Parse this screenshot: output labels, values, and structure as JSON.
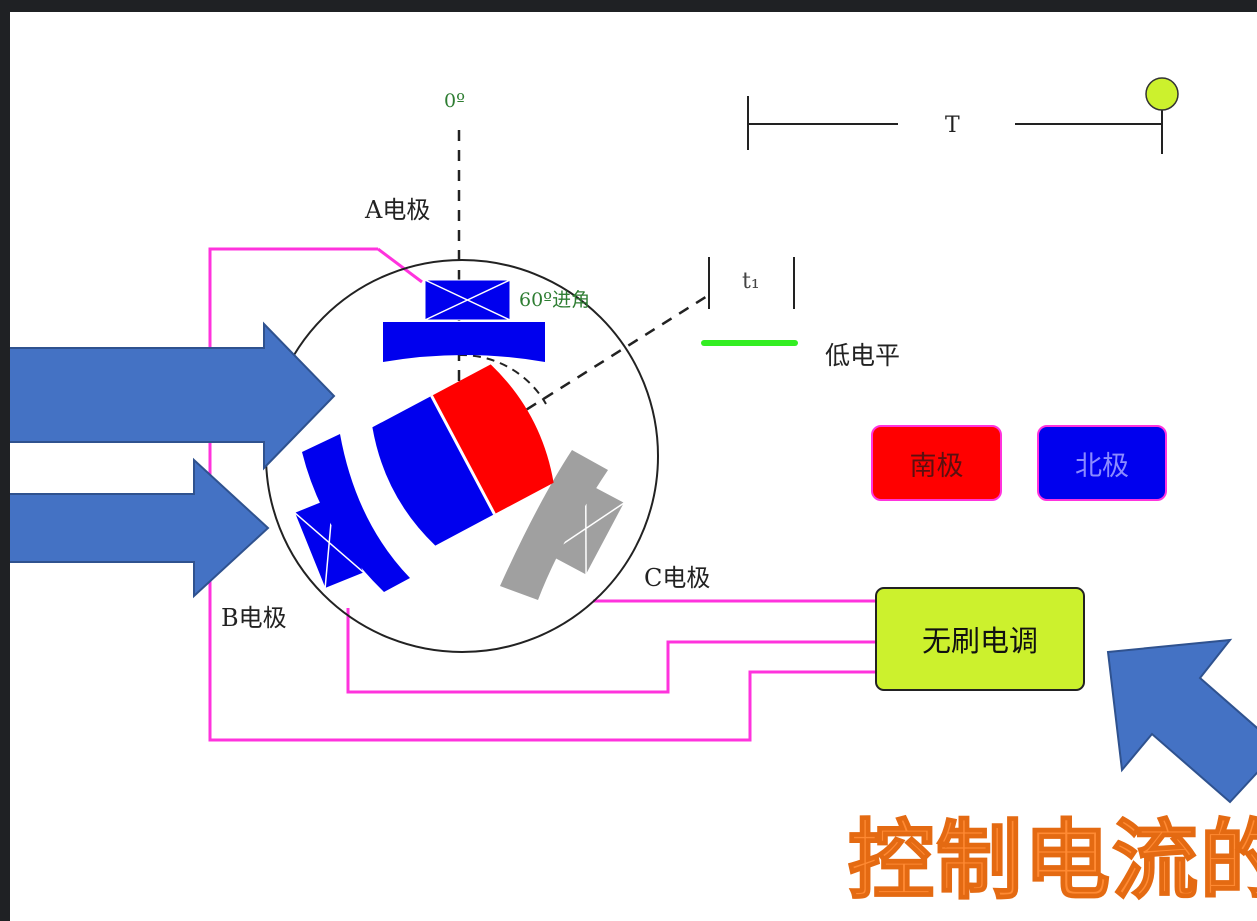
{
  "diagram": {
    "labels": {
      "zero_angle": "0º",
      "advance_angle": "60º进角",
      "electrode_a": "A电极",
      "electrode_b": "B电极",
      "electrode_c": "C电极",
      "period": "T",
      "pulse_width": "t₁",
      "low_level": "低电平"
    },
    "legend": {
      "south": "南极",
      "north": "北极"
    },
    "controller": "无刷电调",
    "caption": "控制电流的"
  },
  "colors": {
    "wire": "#ff33dd",
    "south_pole": "#ff0000",
    "north_pole": "#0000ee",
    "coil_gray": "#a0a0a0",
    "controller_fill": "#ccf12d",
    "arrow": "#4472c4",
    "low_level_line": "#33ee22",
    "caption": "#ff8a33"
  }
}
